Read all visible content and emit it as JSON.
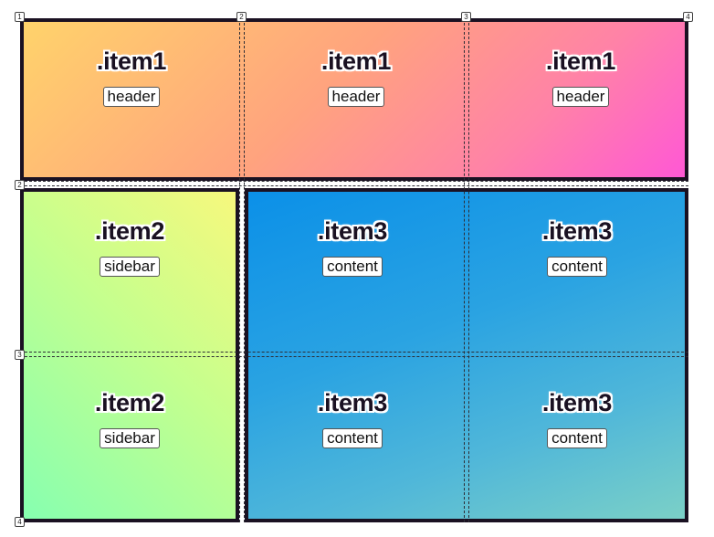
{
  "grid_lines": {
    "columns": [
      "1",
      "2",
      "3",
      "4"
    ],
    "rows": [
      "1",
      "2",
      "3",
      "4"
    ]
  },
  "areas": {
    "header": {
      "cells": [
        {
          "title": ".item1",
          "label": "header"
        },
        {
          "title": ".item1",
          "label": "header"
        },
        {
          "title": ".item1",
          "label": "header"
        }
      ]
    },
    "sidebar": {
      "cells": [
        {
          "title": ".item2",
          "label": "sidebar"
        },
        {
          "title": ".item2",
          "label": "sidebar"
        }
      ]
    },
    "content": {
      "cells": [
        {
          "title": ".item3",
          "label": "content"
        },
        {
          "title": ".item3",
          "label": "content"
        },
        {
          "title": ".item3",
          "label": "content"
        },
        {
          "title": ".item3",
          "label": "content"
        }
      ]
    }
  }
}
